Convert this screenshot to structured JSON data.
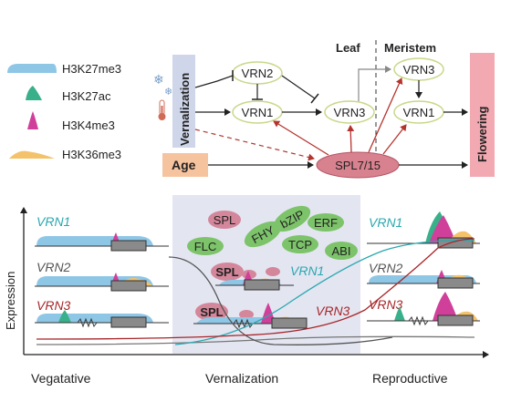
{
  "legend": {
    "marks": [
      {
        "label": "H3K27me3",
        "color": "#8ec6e6"
      },
      {
        "label": "H3K27ac",
        "color": "#38b08a"
      },
      {
        "label": "H3K4me3",
        "color": "#d0409a"
      },
      {
        "label": "H3K36me3",
        "color": "#f4c26a"
      }
    ]
  },
  "pathway": {
    "vernalization": "Vernalization",
    "age": "Age",
    "flowering": "Flowering",
    "leaf": "Leaf",
    "meristem": "Meristem",
    "nodes": {
      "vrn2": "VRN2",
      "vrn1_left": "VRN1",
      "vrn3_mid": "VRN3",
      "vrn3_top": "VRN3",
      "vrn1_right": "VRN1",
      "spl": "SPL7/15"
    }
  },
  "expression": {
    "ylabel": "Expression",
    "stages": [
      "Vegatative",
      "Vernalization",
      "Reproductive"
    ],
    "genes": [
      "VRN1",
      "VRN2",
      "VRN3"
    ],
    "gene_colors": {
      "VRN1": "#2aa8b0",
      "VRN2": "#555555",
      "VRN3": "#a8262a"
    },
    "spl": "SPL",
    "factors": [
      "SPL",
      "FHY",
      "bZIP",
      "FLC",
      "ERF",
      "TCP",
      "ABI"
    ]
  },
  "colors": {
    "vern_band": "#cfd6ea",
    "age_box": "#f6c39f",
    "flower_box": "#f3a9b2",
    "spl_ellipse": "#d9828f",
    "node_stroke": "#c8d88a",
    "factor_green": "#7cc36a",
    "factor_pink": "#d4869a",
    "arrow_red": "#b5332e",
    "panel_bg": "#e3e5f1"
  }
}
